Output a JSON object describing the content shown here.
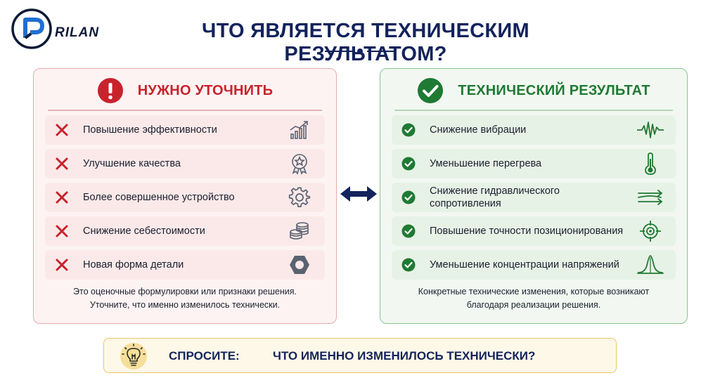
{
  "logo": {
    "text": "RILAN"
  },
  "title": "ЧТО ЯВЛЯЕТСЯ ТЕХНИЧЕСКИМ РЕЗУЛЬТАТОМ?",
  "colors": {
    "navy": "#13235c",
    "red": "#c8232c",
    "green": "#1f7a34",
    "yellow": "#e9c667"
  },
  "left_panel": {
    "title": "НУЖНО УТОЧНИТЬ",
    "header_icon": "exclamation-circle-icon",
    "items": [
      {
        "label": "Повышение эффективности",
        "icon": "growth-chart-icon"
      },
      {
        "label": "Улучшение качества",
        "icon": "quality-badge-icon"
      },
      {
        "label": "Более совершенное устройство",
        "icon": "gear-icon"
      },
      {
        "label": "Снижение себестоимости",
        "icon": "coins-stack-icon"
      },
      {
        "label": "Новая форма детали",
        "icon": "hex-nut-icon"
      }
    ],
    "note_line1": "Это оценочные формулировки или признаки решения.",
    "note_line2": "Уточните, что именно изменилось технически."
  },
  "right_panel": {
    "title": "ТЕХНИЧЕСКИЙ РЕЗУЛЬТАТ",
    "header_icon": "check-circle-icon",
    "items": [
      {
        "label": "Снижение вибрации",
        "icon": "vibration-wave-icon"
      },
      {
        "label": "Уменьшение перегрева",
        "icon": "thermometer-icon"
      },
      {
        "label": "Снижение гидравлического сопротивления",
        "icon": "flow-lines-icon"
      },
      {
        "label": "Повышение точности позиционирования",
        "icon": "crosshair-icon"
      },
      {
        "label": "Уменьшение концентрации напряжений",
        "icon": "bell-curve-icon"
      }
    ],
    "note_line1": "Конкретные технические изменения, которые возникают",
    "note_line2": "благодаря реализации решения."
  },
  "bottom": {
    "icon": "lightbulb-icon",
    "ask_label": "СПРОСИТЕ:",
    "question": "ЧТО ИМЕННО ИЗМЕНИЛОСЬ ТЕХНИЧЕСКИ?"
  }
}
